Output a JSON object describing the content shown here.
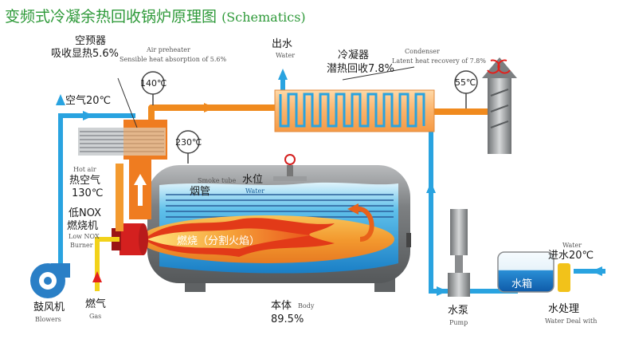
{
  "title": {
    "cn": "变频式冷凝余热回收锅炉原理图",
    "en": "(Schematics)"
  },
  "air_preheater": {
    "cn_line1": "空预器",
    "cn_line2": "吸收显热5.6%",
    "en_line1": "Air preheater",
    "en_line2": "Sensible heat absorption of 5.6%"
  },
  "condenser": {
    "cn_line1": "冷凝器",
    "cn_line2": "潜热回收7.8%",
    "en_line1": "Condenser",
    "en_line2": "Latent heat recovery of 7.8%"
  },
  "water_out": {
    "cn": "出水",
    "en": "Water"
  },
  "temp_140": "140℃",
  "temp_230": "230℃",
  "temp_55": "55℃",
  "air_in": "空气20℃",
  "hot_air": {
    "en": "Hot air",
    "cn_line1": "热空气",
    "cn_line2": "130℃"
  },
  "smoke_tube": {
    "en": "Smoke tube",
    "cn": "烟管"
  },
  "water_level": {
    "cn": "水位",
    "en": "Water"
  },
  "burner": {
    "cn_line1": "低NOX",
    "cn_line2": "燃烧机",
    "en_line1": "Low NOX",
    "en_line2": "Burner"
  },
  "combustion": "燃烧（分割火焰）",
  "blowers": {
    "cn": "鼓风机",
    "en": "Blowers"
  },
  "gas": {
    "cn": "燃气",
    "en": "Gas"
  },
  "body": {
    "cn": "本体",
    "en": "Body",
    "value": "89.5%"
  },
  "pump": {
    "cn": "水泵",
    "en": "Pump"
  },
  "water_tank": "水箱",
  "water_in": {
    "en": "Water",
    "cn": "进水20℃"
  },
  "water_treatment": {
    "cn": "水处理",
    "en": "Water Deal with"
  },
  "colors": {
    "water": "#29a3e0",
    "flue": "#f08a1e",
    "hot": "#e8611a",
    "boiler": "#8a8c8e",
    "title": "#2f9a3a"
  }
}
